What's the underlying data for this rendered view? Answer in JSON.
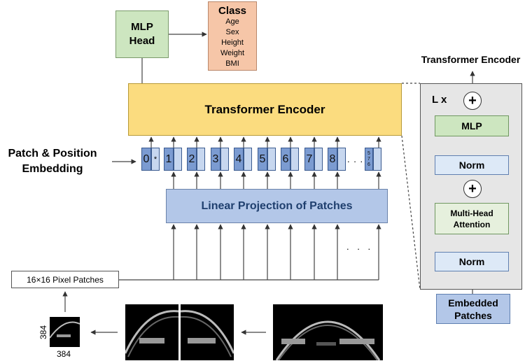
{
  "mlp_head": {
    "line1": "MLP",
    "line2": "Head"
  },
  "class_box": {
    "title": "Class",
    "items": [
      "Age",
      "Sex",
      "Height",
      "Weight",
      "BMI"
    ]
  },
  "encoder": {
    "label": "Transformer Encoder"
  },
  "embedding": {
    "line1": "Patch & Position",
    "line2": "Embedding"
  },
  "tokens": [
    "0",
    "1",
    "2",
    "3",
    "4",
    "5",
    "6",
    "7",
    "8"
  ],
  "token_star": "*",
  "token_last": [
    "5",
    "7",
    "6"
  ],
  "ellipsis": ". . .",
  "linear_projection": {
    "label": "Linear Projection of Patches"
  },
  "patches_label": "16×16 Pixel Patches",
  "image_dim": {
    "width": "384",
    "height": "384"
  },
  "side": {
    "title": "Transformer Encoder",
    "repeat": "L x",
    "mlp": "MLP",
    "norm_top": "Norm",
    "attention_line1": "Multi-Head",
    "attention_line2": "Attention",
    "norm_bottom": "Norm",
    "plus": "+",
    "embedded_line1": "Embedded",
    "embedded_line2": "Patches"
  }
}
